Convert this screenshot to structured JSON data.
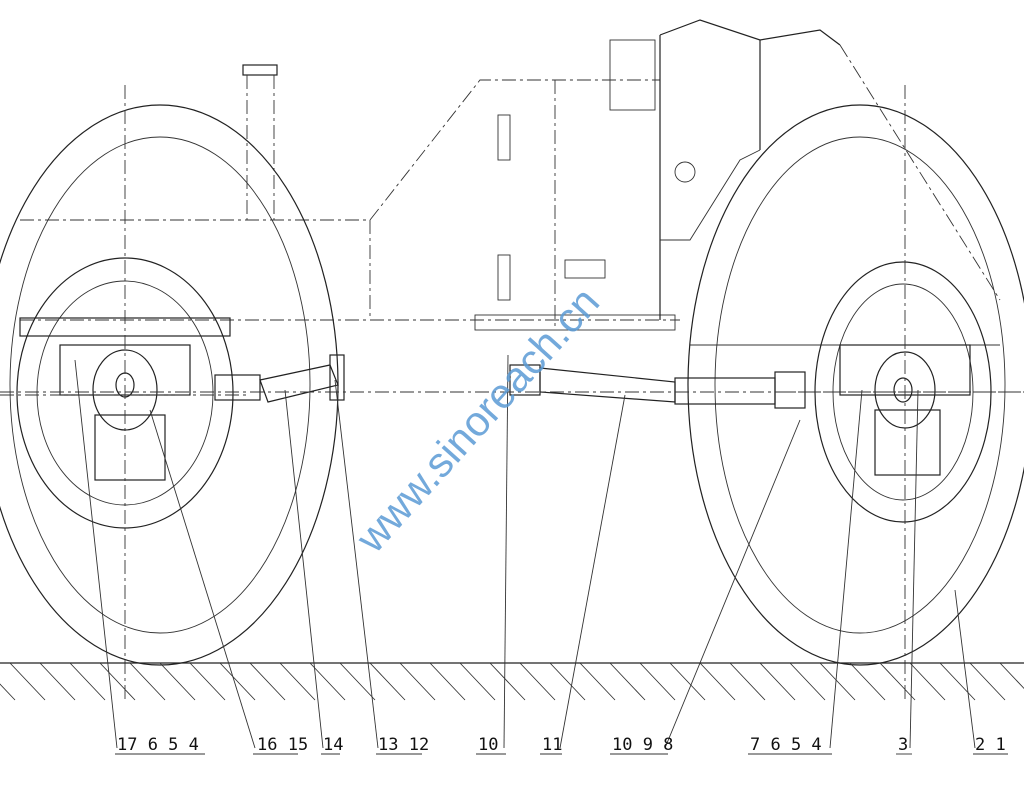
{
  "watermark": "www.sinoreach.cn",
  "callouts": [
    {
      "id": "g1",
      "text": "17 6 5 4"
    },
    {
      "id": "g2",
      "text": "16 15"
    },
    {
      "id": "g3",
      "text": "14"
    },
    {
      "id": "g4",
      "text": "13 12"
    },
    {
      "id": "g5",
      "text": "10"
    },
    {
      "id": "g6",
      "text": "11"
    },
    {
      "id": "g7",
      "text": "10 9 8"
    },
    {
      "id": "g8",
      "text": "7 6 5 4"
    },
    {
      "id": "g9",
      "text": "3"
    },
    {
      "id": "g10",
      "text": "2 1"
    }
  ],
  "colors": {
    "line": "#222222",
    "watermark": "#5b9bd5"
  }
}
